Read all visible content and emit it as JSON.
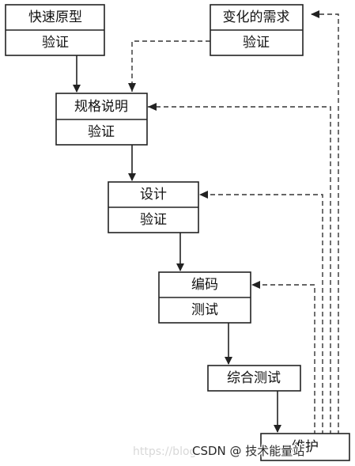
{
  "boxes": {
    "rapid_prototype": {
      "title": "快速原型",
      "sub": "验证"
    },
    "changing_requirements": {
      "title": "变化的需求",
      "sub": "验证"
    },
    "specification": {
      "title": "规格说明",
      "sub": "验证"
    },
    "design": {
      "title": "设计",
      "sub": "验证"
    },
    "coding": {
      "title": "编码",
      "sub": "测试"
    },
    "integration_test": {
      "title": "综合测试"
    },
    "maintenance": {
      "title": "维护"
    }
  },
  "watermark": {
    "url": "https://blog",
    "brand": "CSDN @ 技术能量站"
  }
}
